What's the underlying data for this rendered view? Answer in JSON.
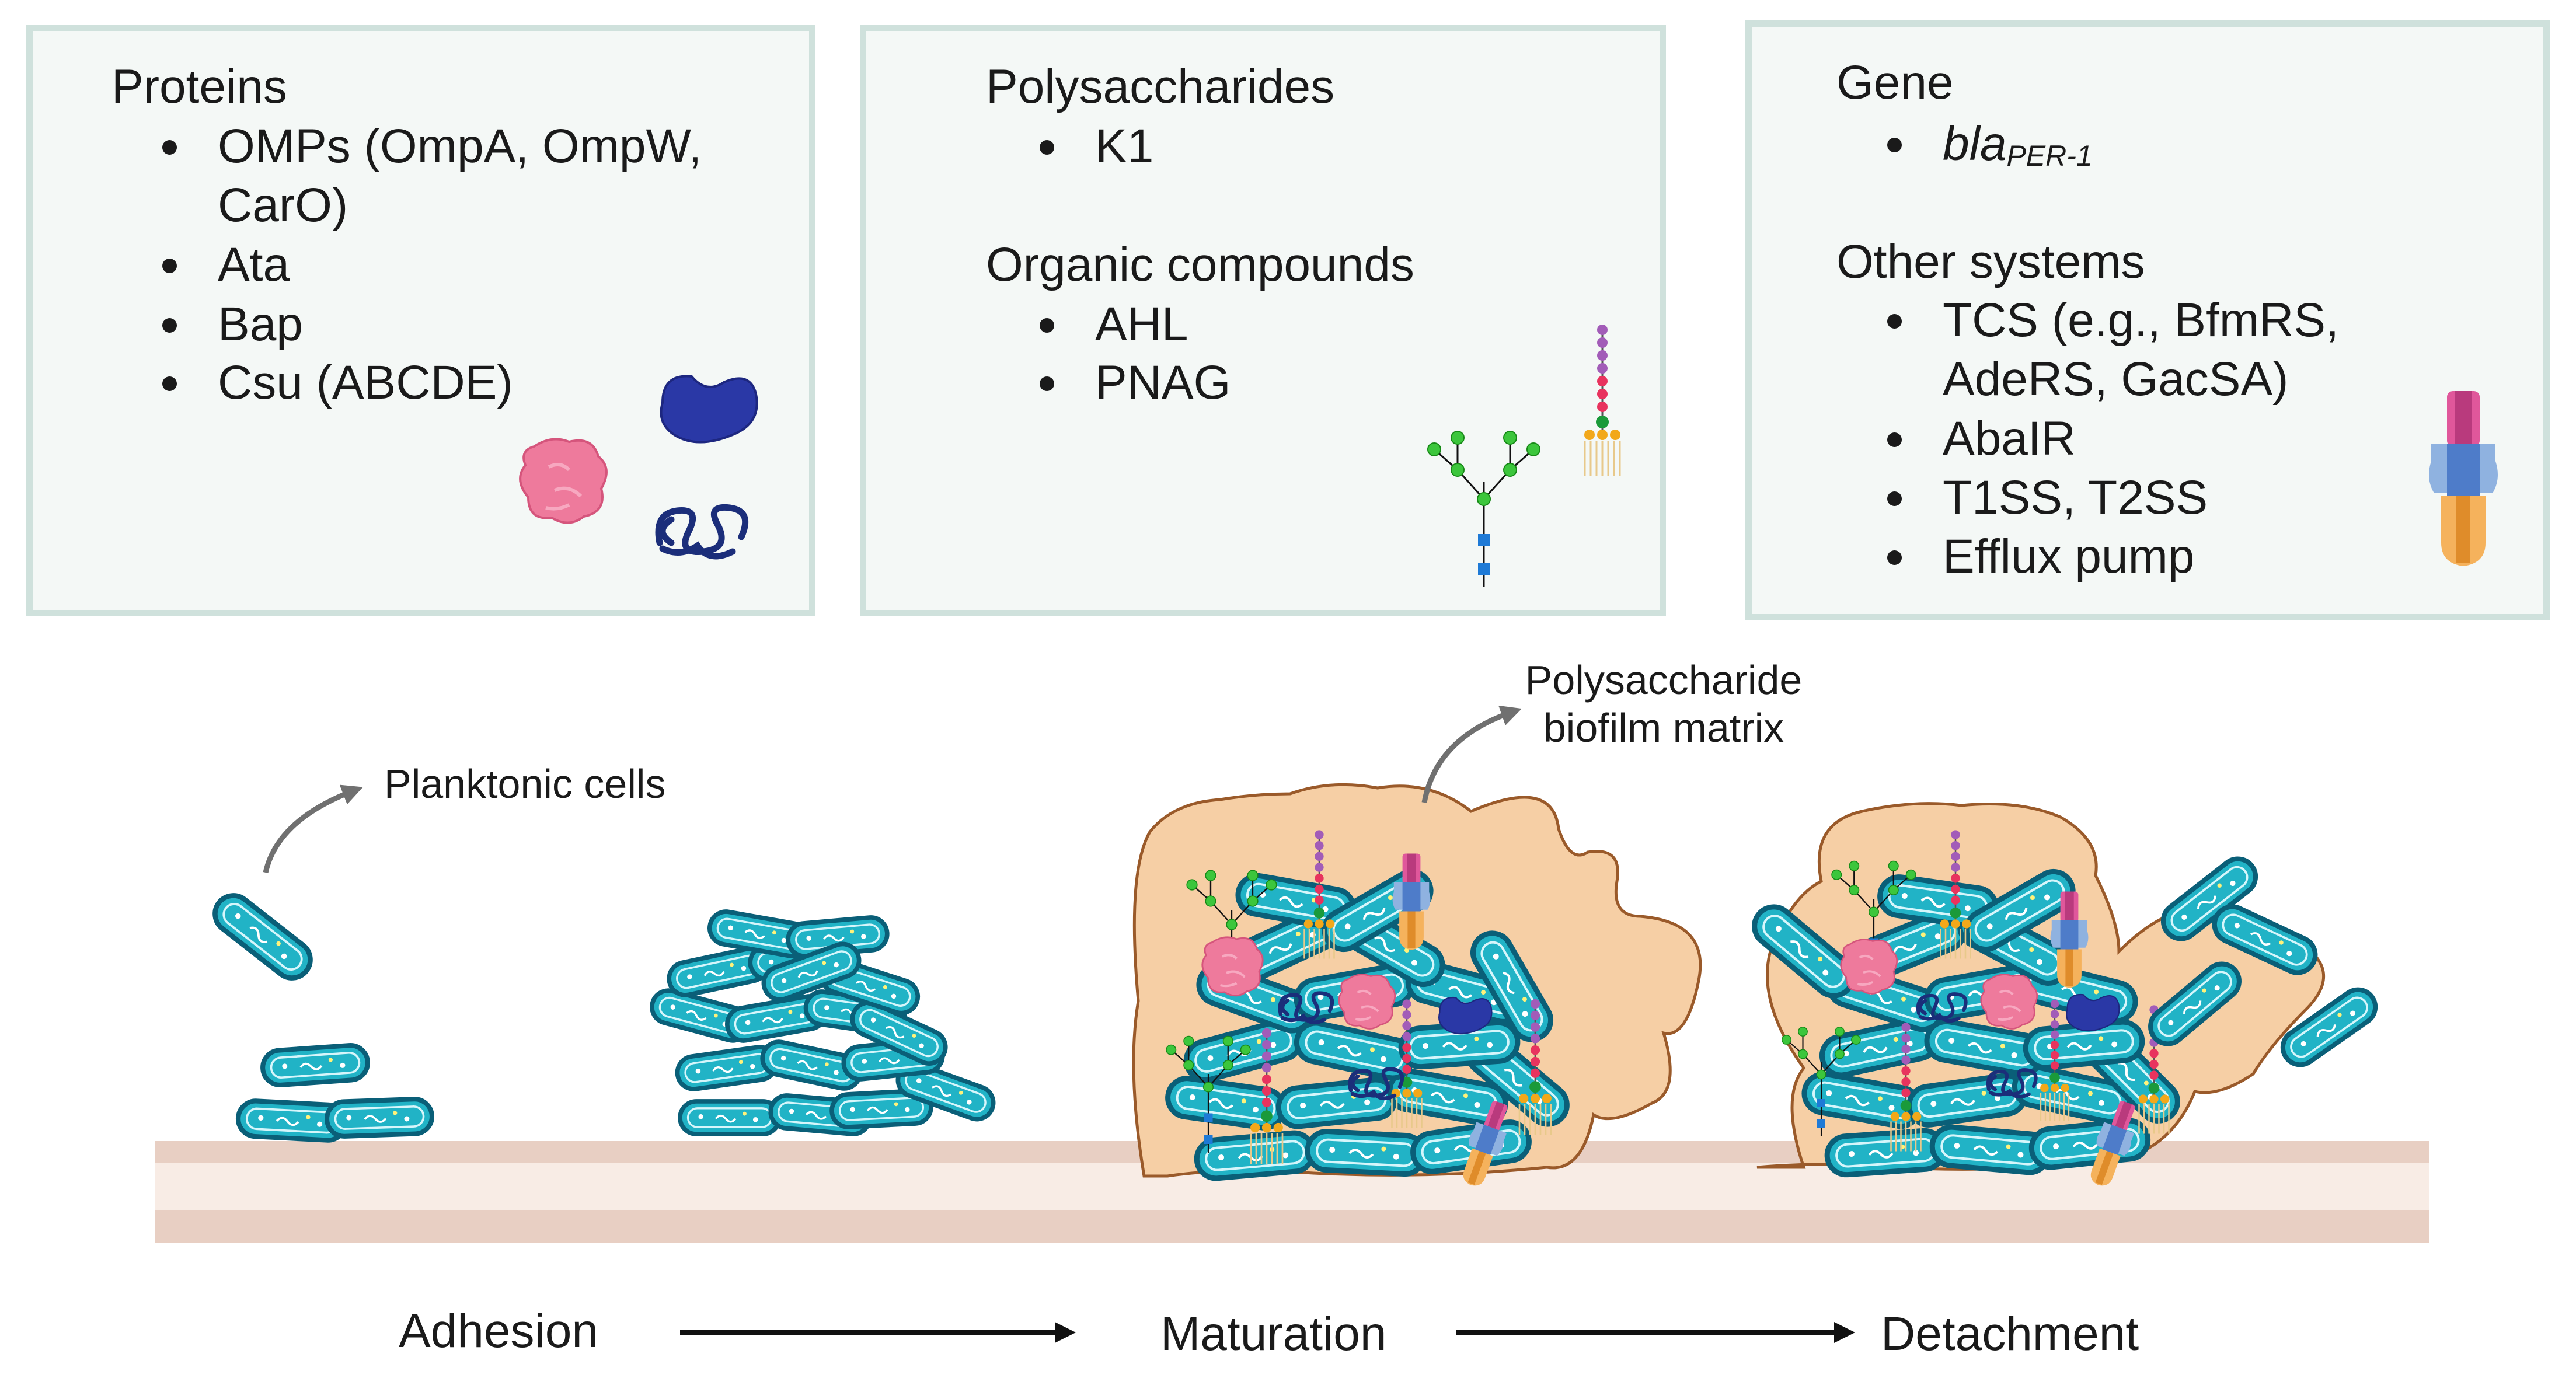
{
  "boxes": {
    "proteins": {
      "title": "Proteins",
      "items": [
        "OMPs (OmpA, OmpW,",
        "CarO)",
        "Ata",
        "Bap",
        "Csu (ABCDE)"
      ]
    },
    "polysaccharides": {
      "title": "Polysaccharides",
      "items": [
        "K1"
      ],
      "title2": "Organic compounds",
      "items2": [
        "AHL",
        "PNAG"
      ]
    },
    "gene": {
      "title": "Gene",
      "gene_main": "bla",
      "gene_sub": "PER-1",
      "title2": "Other systems",
      "items2": [
        "TCS (e.g., BfmRS,",
        "AdeRS, GacSA)",
        "AbaIR",
        "T1SS, T2SS",
        "Efflux pump"
      ]
    }
  },
  "annotations": {
    "planktonic": "Planktonic cells",
    "matrix_line1": "Polysaccharide",
    "matrix_line2": "biofilm matrix"
  },
  "stages": [
    "Adhesion",
    "Maturation",
    "Detachment"
  ],
  "colors": {
    "box_fill": "#f4f8f6",
    "box_border": "#cfe1dc",
    "cell_fill": "#21b3c6",
    "cell_outline": "#0a5f78",
    "matrix_fill": "#f6cfa5",
    "matrix_outline": "#9a5a2a",
    "surface": "#e8cfc3",
    "surface_light": "#f8ece5",
    "arrow": "#707070"
  },
  "icons": [
    "protein-pink-icon",
    "protein-blue-icon",
    "protein-coil-icon",
    "glycan-branched-icon",
    "glycan-chain-icon",
    "efflux-pump-icon",
    "bacterium-cell-icon"
  ]
}
